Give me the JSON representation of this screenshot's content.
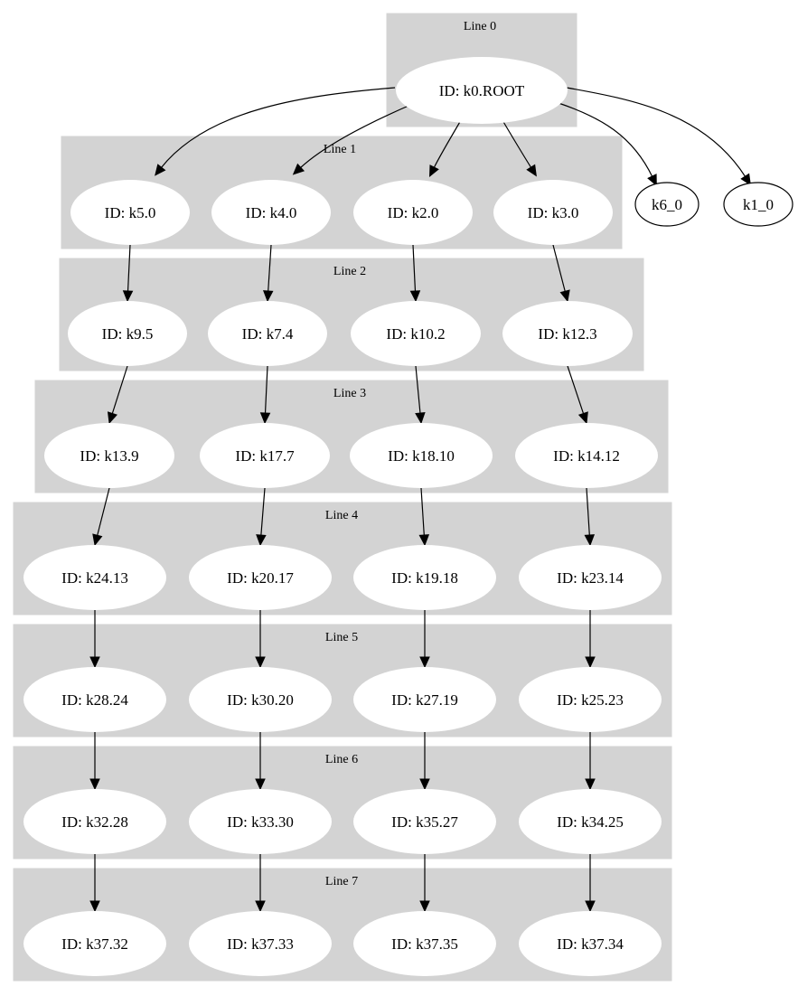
{
  "clusters": [
    {
      "title": "Line 0"
    },
    {
      "title": "Line 1"
    },
    {
      "title": "Line 2"
    },
    {
      "title": "Line 3"
    },
    {
      "title": "Line 4"
    },
    {
      "title": "Line 5"
    },
    {
      "title": "Line 6"
    },
    {
      "title": "Line 7"
    }
  ],
  "nodes": {
    "root": "ID: k0.ROOT",
    "k5_0": "ID: k5.0",
    "k4_0": "ID: k4.0",
    "k2_0": "ID: k2.0",
    "k3_0": "ID: k3.0",
    "k6_0": "k6_0",
    "k1_0": "k1_0",
    "k9_5": "ID: k9.5",
    "k7_4": "ID: k7.4",
    "k10_2": "ID: k10.2",
    "k12_3": "ID: k12.3",
    "k13_9": "ID: k13.9",
    "k17_7": "ID: k17.7",
    "k18_10": "ID: k18.10",
    "k14_12": "ID: k14.12",
    "k24_13": "ID: k24.13",
    "k20_17": "ID: k20.17",
    "k19_18": "ID: k19.18",
    "k23_14": "ID: k23.14",
    "k28_24": "ID: k28.24",
    "k30_20": "ID: k30.20",
    "k27_19": "ID: k27.19",
    "k25_23": "ID: k25.23",
    "k32_28": "ID: k32.28",
    "k33_30": "ID: k33.30",
    "k35_27": "ID: k35.27",
    "k34_25": "ID: k34.25",
    "k37_32": "ID: k37.32",
    "k37_33": "ID: k37.33",
    "k37_35": "ID: k37.35",
    "k37_34": "ID: k37.34"
  },
  "edges": [
    [
      "root",
      "k5_0"
    ],
    [
      "root",
      "k4_0"
    ],
    [
      "root",
      "k2_0"
    ],
    [
      "root",
      "k3_0"
    ],
    [
      "root",
      "k6_0"
    ],
    [
      "root",
      "k1_0"
    ],
    [
      "k5_0",
      "k9_5"
    ],
    [
      "k4_0",
      "k7_4"
    ],
    [
      "k2_0",
      "k10_2"
    ],
    [
      "k3_0",
      "k12_3"
    ],
    [
      "k9_5",
      "k13_9"
    ],
    [
      "k7_4",
      "k17_7"
    ],
    [
      "k10_2",
      "k18_10"
    ],
    [
      "k12_3",
      "k14_12"
    ],
    [
      "k13_9",
      "k24_13"
    ],
    [
      "k17_7",
      "k20_17"
    ],
    [
      "k18_10",
      "k19_18"
    ],
    [
      "k14_12",
      "k23_14"
    ],
    [
      "k24_13",
      "k28_24"
    ],
    [
      "k20_17",
      "k30_20"
    ],
    [
      "k19_18",
      "k27_19"
    ],
    [
      "k23_14",
      "k25_23"
    ],
    [
      "k28_24",
      "k32_28"
    ],
    [
      "k30_20",
      "k33_30"
    ],
    [
      "k27_19",
      "k35_27"
    ],
    [
      "k25_23",
      "k34_25"
    ],
    [
      "k32_28",
      "k37_32"
    ],
    [
      "k33_30",
      "k37_33"
    ],
    [
      "k35_27",
      "k37_35"
    ],
    [
      "k34_25",
      "k37_34"
    ]
  ]
}
